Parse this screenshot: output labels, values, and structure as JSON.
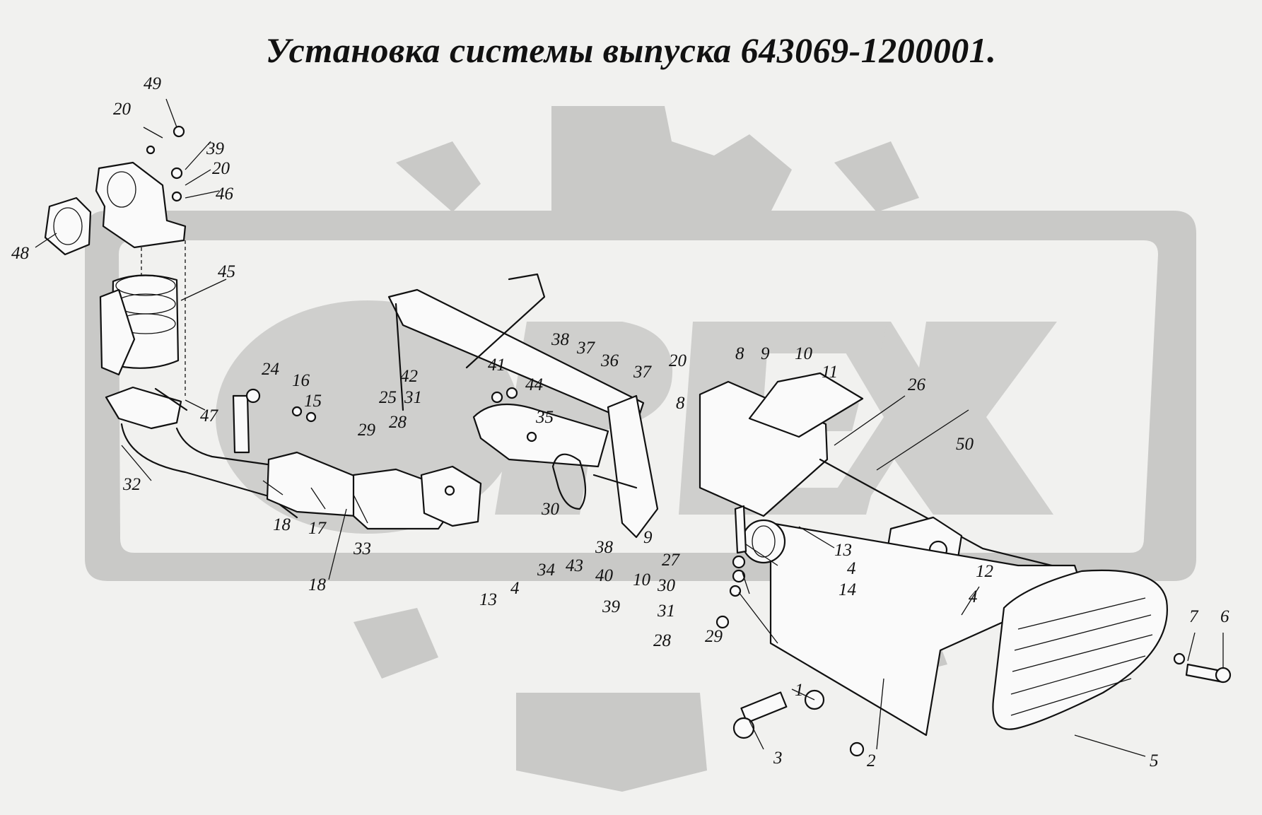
{
  "title": "Установка системы выпуска 643069-1200001.",
  "watermark": {
    "text": "OPEX",
    "color": "#c9c9c7"
  },
  "callouts": [
    "1",
    "2",
    "3",
    "4",
    "5",
    "6",
    "7",
    "8",
    "9",
    "10",
    "11",
    "12",
    "13",
    "14",
    "15",
    "16",
    "17",
    "18",
    "20",
    "24",
    "25",
    "26",
    "27",
    "28",
    "29",
    "30",
    "31",
    "32",
    "33",
    "34",
    "35",
    "36",
    "37",
    "38",
    "39",
    "40",
    "41",
    "42",
    "43",
    "44",
    "45",
    "46",
    "47",
    "48",
    "49",
    "50"
  ],
  "diagram_labels": [
    {
      "id": "l49a",
      "text": "49"
    },
    {
      "id": "l20a",
      "text": "20"
    },
    {
      "id": "l39a",
      "text": "39"
    },
    {
      "id": "l20b",
      "text": "20"
    },
    {
      "id": "l46",
      "text": "46"
    },
    {
      "id": "l48",
      "text": "48"
    },
    {
      "id": "l45",
      "text": "45"
    },
    {
      "id": "l47",
      "text": "47"
    },
    {
      "id": "l24",
      "text": "24"
    },
    {
      "id": "l16",
      "text": "16"
    },
    {
      "id": "l15",
      "text": "15"
    },
    {
      "id": "l25",
      "text": "25"
    },
    {
      "id": "l31a",
      "text": "31"
    },
    {
      "id": "l42",
      "text": "42"
    },
    {
      "id": "l28a",
      "text": "28"
    },
    {
      "id": "l29a",
      "text": "29"
    },
    {
      "id": "l32",
      "text": "32"
    },
    {
      "id": "l18a",
      "text": "18"
    },
    {
      "id": "l17",
      "text": "17"
    },
    {
      "id": "l33",
      "text": "33"
    },
    {
      "id": "l18b",
      "text": "18"
    },
    {
      "id": "l38a",
      "text": "38"
    },
    {
      "id": "l37a",
      "text": "37"
    },
    {
      "id": "l41",
      "text": "41"
    },
    {
      "id": "l44",
      "text": "44"
    },
    {
      "id": "l36",
      "text": "36"
    },
    {
      "id": "l37b",
      "text": "37"
    },
    {
      "id": "l20c",
      "text": "20"
    },
    {
      "id": "l35",
      "text": "35"
    },
    {
      "id": "l8a",
      "text": "8"
    },
    {
      "id": "l9a",
      "text": "9"
    },
    {
      "id": "l10a",
      "text": "10"
    },
    {
      "id": "l11",
      "text": "11"
    },
    {
      "id": "l8b",
      "text": "8"
    },
    {
      "id": "l26",
      "text": "26"
    },
    {
      "id": "l50",
      "text": "50"
    },
    {
      "id": "l30a",
      "text": "30"
    },
    {
      "id": "l38b",
      "text": "38"
    },
    {
      "id": "l34",
      "text": "34"
    },
    {
      "id": "l43",
      "text": "43"
    },
    {
      "id": "l13a",
      "text": "13"
    },
    {
      "id": "l4a",
      "text": "4"
    },
    {
      "id": "l40",
      "text": "40"
    },
    {
      "id": "l39b",
      "text": "39"
    },
    {
      "id": "l9b",
      "text": "9"
    },
    {
      "id": "l10b",
      "text": "10"
    },
    {
      "id": "l27",
      "text": "27"
    },
    {
      "id": "l30b",
      "text": "30"
    },
    {
      "id": "l31b",
      "text": "31"
    },
    {
      "id": "l28b",
      "text": "28"
    },
    {
      "id": "l29b",
      "text": "29"
    },
    {
      "id": "l13b",
      "text": "13"
    },
    {
      "id": "l4b",
      "text": "4"
    },
    {
      "id": "l14",
      "text": "14"
    },
    {
      "id": "l12",
      "text": "12"
    },
    {
      "id": "l4c",
      "text": "4"
    },
    {
      "id": "l7",
      "text": "7"
    },
    {
      "id": "l6",
      "text": "6"
    },
    {
      "id": "l1",
      "text": "1"
    },
    {
      "id": "l2",
      "text": "2"
    },
    {
      "id": "l3",
      "text": "3"
    },
    {
      "id": "l5",
      "text": "5"
    }
  ]
}
